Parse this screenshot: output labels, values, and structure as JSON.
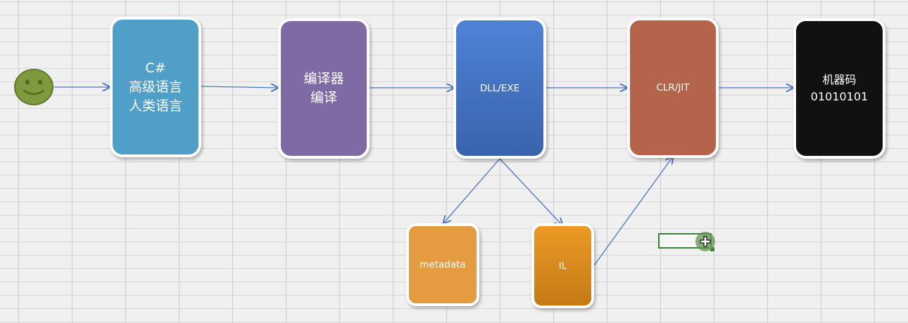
{
  "nodes": {
    "csharp": {
      "lines": [
        "C#",
        "高级语言",
        "人类语言"
      ],
      "color": "#4f9fc9"
    },
    "compiler": {
      "lines": [
        "编译器",
        "编译"
      ],
      "color": "#7f6aa6"
    },
    "dll": {
      "label": "DLL/EXE",
      "color": "#3f6ec0"
    },
    "clr": {
      "label": "CLR/JIT",
      "color": "#b4644a"
    },
    "machine": {
      "lines": [
        "机器码",
        "01010101"
      ],
      "color": "#111111"
    },
    "metadata": {
      "label": "metadata",
      "color": "#e59c40"
    },
    "il": {
      "label": "IL",
      "color": "#e08f20"
    }
  },
  "icons": {
    "smiley": "smiley-face-icon",
    "cursor": "cell-select-cross-cursor-icon"
  },
  "colors": {
    "arrow": "#4a72c4",
    "selection": "#3d7d3d",
    "smiley": "#7f9a3d"
  }
}
